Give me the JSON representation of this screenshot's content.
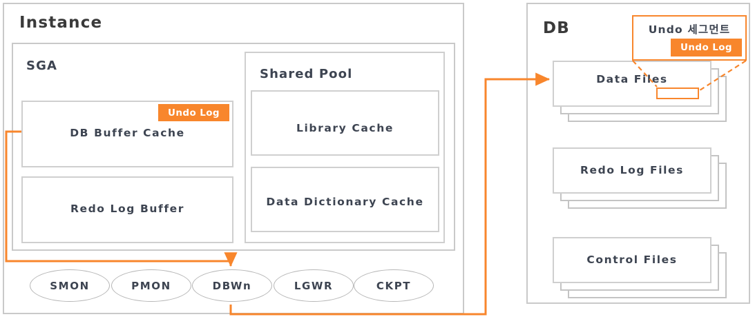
{
  "instance": {
    "title": "Instance",
    "sga": {
      "title": "SGA",
      "buffers": [
        {
          "label": "DB Buffer Cache",
          "badge": "Undo Log"
        },
        {
          "label": "Redo Log Buffer",
          "badge": null
        }
      ],
      "shared_pool": {
        "title": "Shared Pool",
        "caches": [
          {
            "label": "Library Cache"
          },
          {
            "label": "Data Dictionary Cache"
          }
        ]
      }
    },
    "processes": [
      {
        "label": "SMON"
      },
      {
        "label": "PMON"
      },
      {
        "label": "DBWn"
      },
      {
        "label": "LGWR"
      },
      {
        "label": "CKPT"
      }
    ]
  },
  "db": {
    "title": "DB",
    "file_groups": [
      {
        "label": "Data Files"
      },
      {
        "label": "Redo Log Files"
      },
      {
        "label": "Control Files"
      }
    ],
    "callout": {
      "title": "Undo 세그먼트",
      "badge": "Undo Log"
    }
  },
  "colors": {
    "accent": "#f8862c",
    "box_border": "#c9c9c9",
    "text": "#3d4451",
    "title": "#3a3a3a",
    "background": "#ffffff"
  },
  "flows": [
    {
      "name": "buffer-cache-to-dbwn",
      "from": "DB Buffer Cache",
      "to": "DBWn"
    },
    {
      "name": "dbwn-to-data-files",
      "from": "DBWn",
      "to": "Data Files"
    }
  ]
}
